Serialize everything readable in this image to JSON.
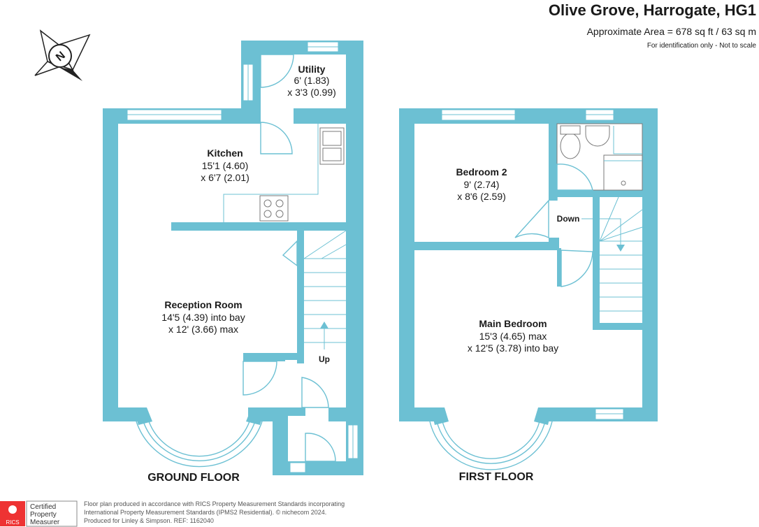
{
  "header": {
    "title": "Olive Grove, Harrogate, HG1",
    "area": "Approximate Area = 678 sq ft / 63 sq m",
    "note": "For identification only - Not to scale"
  },
  "compass": {
    "label": "N"
  },
  "ground_floor": {
    "label": "GROUND FLOOR",
    "stairs_label": "Up",
    "rooms": {
      "utility": {
        "name": "Utility",
        "dim1": "6' (1.83)",
        "dim2": "x 3'3 (0.99)"
      },
      "kitchen": {
        "name": "Kitchen",
        "dim1": "15'1 (4.60)",
        "dim2": "x 6'7 (2.01)"
      },
      "reception": {
        "name": "Reception Room",
        "dim1": "14'5 (4.39) into bay",
        "dim2": "x 12' (3.66) max"
      }
    }
  },
  "first_floor": {
    "label": "FIRST FLOOR",
    "stairs_label": "Down",
    "rooms": {
      "bedroom2": {
        "name": "Bedroom 2",
        "dim1": "9' (2.74)",
        "dim2": "x 8'6 (2.59)"
      },
      "main_bedroom": {
        "name": "Main Bedroom",
        "dim1": "15'3 (4.65) max",
        "dim2": "x 12'5 (3.78) into bay"
      }
    }
  },
  "footer": {
    "badge_line1": "Certified",
    "badge_line2": "Property",
    "badge_line3": "Measurer",
    "rics_label": "RICS",
    "line1": "Floor plan produced in accordance with RICS Property Measurement Standards incorporating",
    "line2": "International Property Measurement Standards (IPMS2 Residential).  © nichecom 2024.",
    "line3": "Produced for Linley & Simpson.   REF:  1162040"
  },
  "colors": {
    "wall": "#6cc0d3"
  }
}
